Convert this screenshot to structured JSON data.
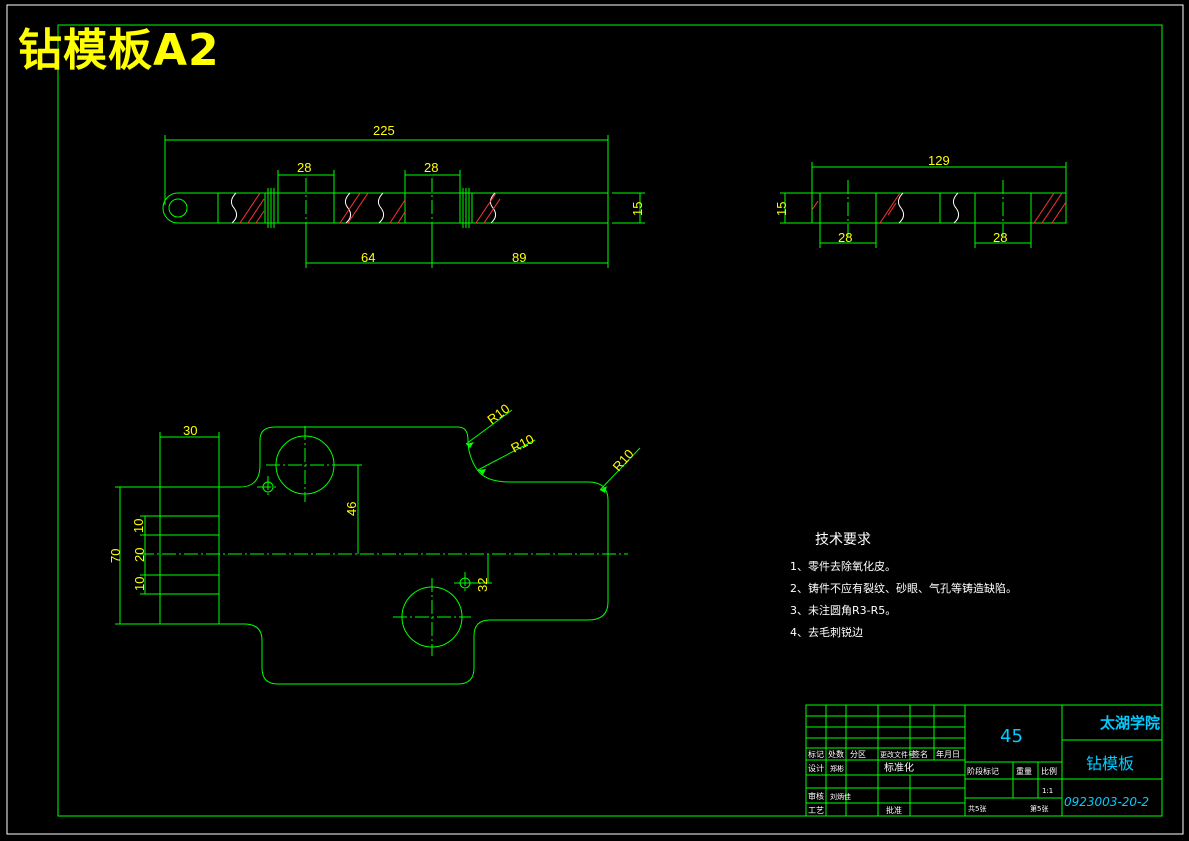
{
  "title": "钻模板A2",
  "dimensions": {
    "top_overall": "225",
    "top_hole_w1": "28",
    "top_hole_w2": "28",
    "top_thickness": "15",
    "top_pos1": "64",
    "top_pos2": "89",
    "side_overall": "129",
    "side_thickness": "15",
    "side_w1": "28",
    "side_w2": "28",
    "plan_tab_w": "30",
    "plan_h70": "70",
    "plan_h10a": "10",
    "plan_h20": "20",
    "plan_h10b": "10",
    "plan_46": "46",
    "plan_32": "32",
    "r1": "R10",
    "r2": "R10",
    "r3": "R10"
  },
  "requirements": {
    "heading": "技术要求",
    "items": [
      "1、零件去除氧化皮。",
      "2、铸件不应有裂纹、砂眼、气孔等铸造缺陷。",
      "3、未注圆角R3-R5。",
      "4、去毛刺锐边"
    ]
  },
  "title_block": {
    "material": "45",
    "school": "太湖学院",
    "part_name": "钻模板",
    "drawing_no": "0923003-20-2",
    "hdr_row": [
      "标记",
      "处数",
      "分区",
      "更改文件号",
      "签名",
      "年月日"
    ],
    "design": "设计",
    "designer": "郑彬",
    "standardize": "标准化",
    "stage_mark": "阶段标记",
    "weight": "重量",
    "scale": "比例",
    "scale_val": "1:1",
    "review": "审核",
    "reviewer": "刘炳佳",
    "process": "工艺",
    "approve": "批准",
    "sheets_total": "共5张",
    "sheet_no": "第5张"
  }
}
